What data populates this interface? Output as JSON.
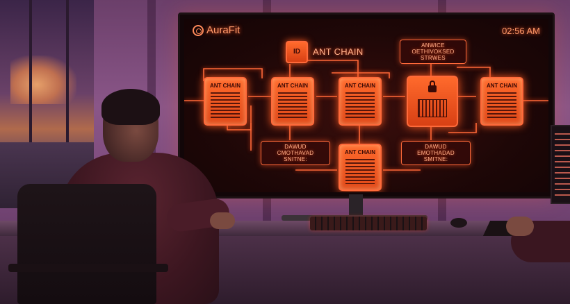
{
  "screen": {
    "brand": "AuraFit",
    "clock": "02:56 AM",
    "top_label": "ANT CHAIN",
    "top_small_node": "ID",
    "top_right_label": "ANWICE OETHIVOKSED STRWES",
    "nodes": [
      "ANT CHAIN",
      "ANT CHAIN",
      "ANT CHAIN",
      "ANT CHAIN"
    ],
    "bottom_node": "ANT CHAIN",
    "bottom_left_label": "DAWUD CMOTHAVAD SNITNE:",
    "bottom_right_label": "DAWUD EMOTHADAD SMITNE:"
  },
  "colors": {
    "glow": "#ff5a20",
    "node_fill": "#ff6a2c",
    "text": "#ffb08a"
  }
}
